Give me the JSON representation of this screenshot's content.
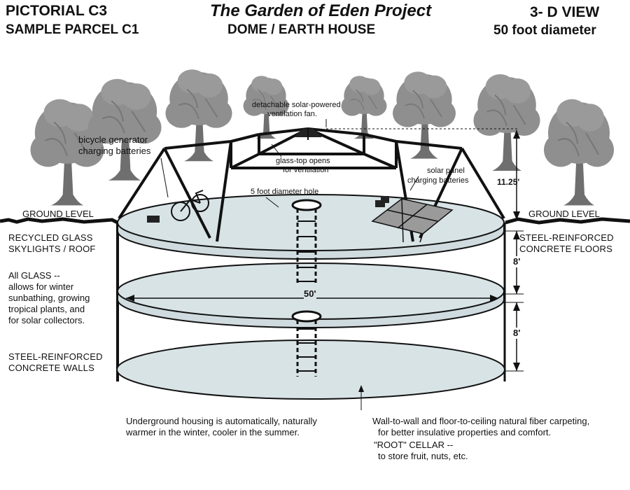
{
  "header": {
    "left_line1": "PICTORIAL  C3",
    "left_line2": "SAMPLE PARCEL  C1",
    "title": "The Garden of Eden Project",
    "subtitle": "DOME / EARTH HOUSE",
    "right_line1": "3- D  VIEW",
    "right_line2": "50  foot  diameter"
  },
  "labels": {
    "solar_fan": [
      "detachable solar-powered",
      "ventilation fan."
    ],
    "bicycle": [
      "bicycle generator",
      "charging batteries"
    ],
    "glass_top": [
      "glass-top opens",
      "for ventilation"
    ],
    "solar_panel": [
      "solar panel",
      "charging batteries"
    ],
    "hole": "5 foot diameter hole",
    "height": "11.25'",
    "ground_left": "GROUND LEVEL",
    "ground_right": "GROUND LEVEL",
    "skylights": [
      "RECYCLED GLASS",
      "SKYLIGHTS / ROOF"
    ],
    "all_glass": [
      "All GLASS --",
      "allows for winter",
      "sunbathing, growing",
      "tropical plants, and",
      "for solar collectors."
    ],
    "walls": [
      "STEEL-REINFORCED",
      "CONCRETE WALLS"
    ],
    "floors": [
      "STEEL-REINFORCED",
      "CONCRETE FLOORS"
    ],
    "diameter": "50'",
    "level_upper": "8'",
    "level_lower": "8'",
    "underground": [
      "Underground housing is automatically, naturally",
      "warmer  in the winter, cooler in the summer."
    ],
    "carpet": [
      "Wall-to-wall and floor-to-ceiling natural fiber carpeting,",
      "for better insulative properties and comfort."
    ],
    "cellar": [
      "\"ROOT\" CELLAR --",
      "to store fruit, nuts, etc."
    ]
  },
  "colors": {
    "tree": "#8a8a8a",
    "disk": "#d8e3e6",
    "ink": "#111111"
  }
}
